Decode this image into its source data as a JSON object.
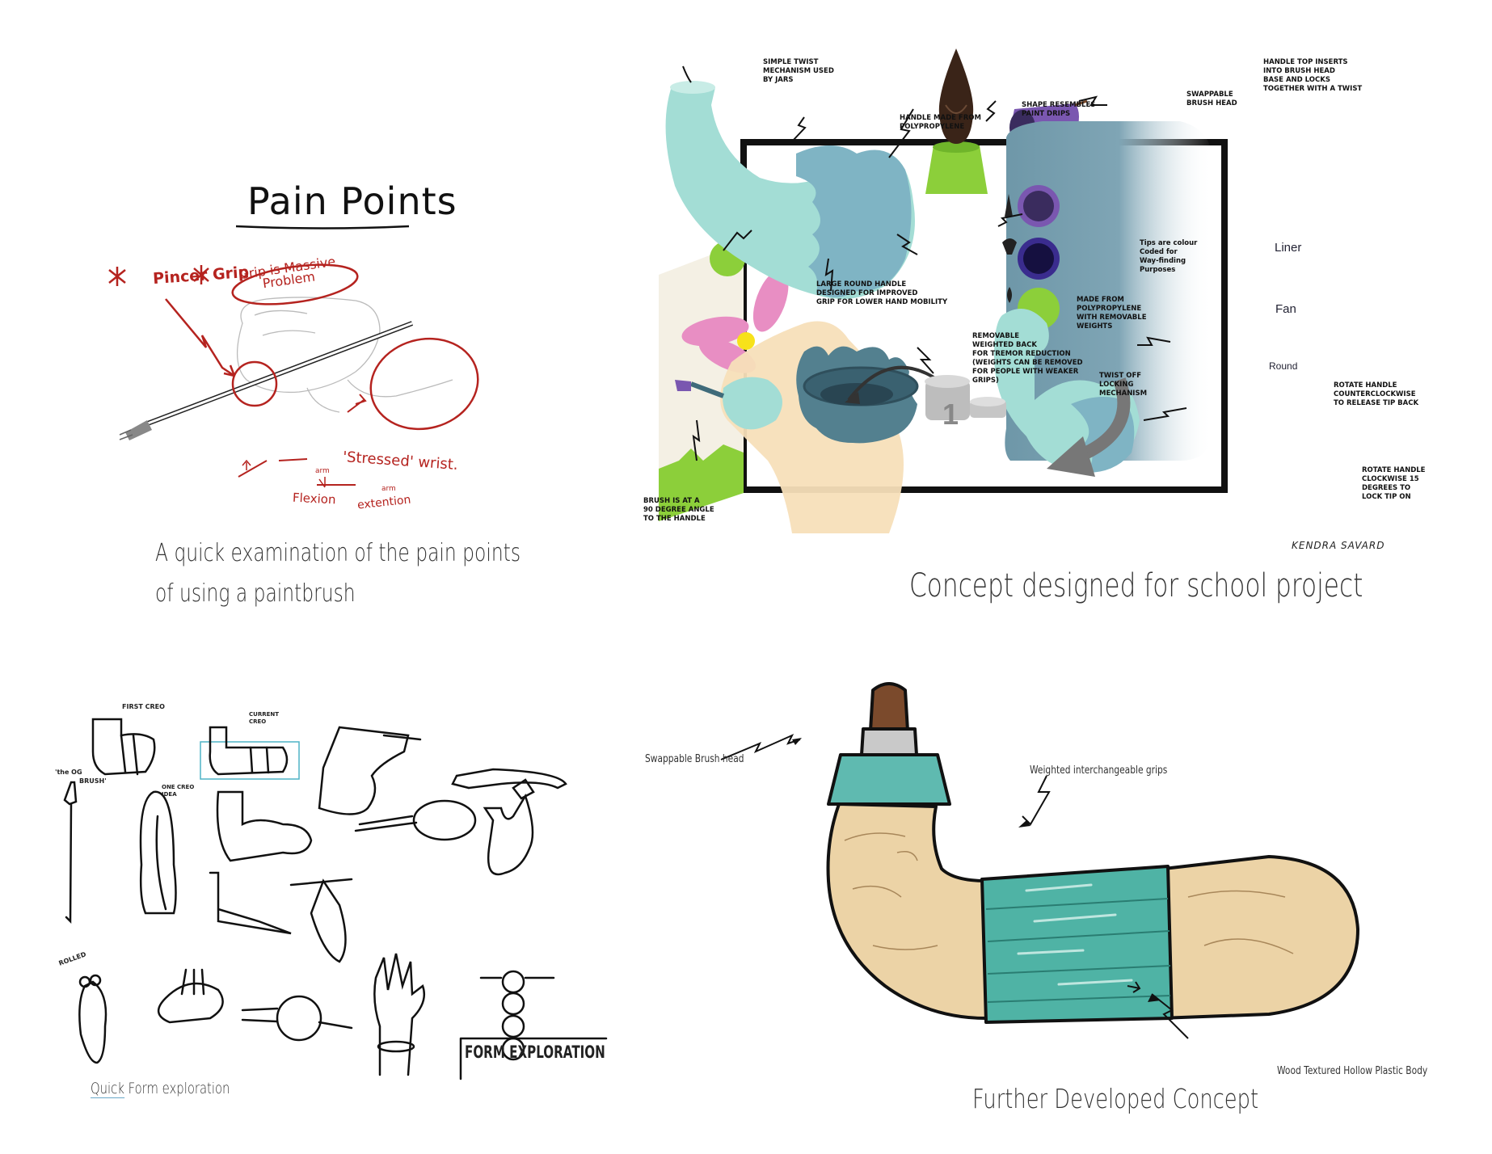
{
  "pain_points": {
    "title": "Pain Points",
    "pincer_grip": "Pincer Grip",
    "grip_problem_line1": "Grip is Massive",
    "grip_problem_line2": "Problem",
    "stressed_wrist": "'Stressed' wrist.",
    "flexion": "Flexion",
    "arm_top": "arm",
    "arm_bottom": "arm",
    "extention": "extention",
    "caption_line1": "A quick examination of the pain points",
    "caption_line2": "of using a paintbrush"
  },
  "concept": {
    "caption": "Concept designed for school project",
    "signature": "KENDRA SAVARD",
    "labels": {
      "twist": "SIMPLE TWIST\nMECHANISM USED\nBY JARS",
      "polypropylene": "HANDLE MADE FROM\nPOLYPROPYLENE",
      "paint_drips": "SHAPE RESEMBLES\nPAINT DRIPS",
      "swappable": "SWAPPABLE\nBRUSH HEAD",
      "handle_top": "HANDLE TOP INSERTS\nINTO BRUSH HEAD\nBASE AND LOCKS\nTOGETHER WITH A TWIST",
      "large_round": "LARGE ROUND HANDLE\nDESIGNED FOR IMPROVED\nGRIP FOR LOWER HAND MOBILITY",
      "made_from": "MADE FROM\nPOLYPROPYLENE\nWITH REMOVABLE\nWEIGHTS",
      "tips": "Tips are colour\nCoded for\nWay-finding\nPurposes",
      "removable": "REMOVABLE\nWEIGHTED BACK\nFOR TREMOR REDUCTION\n(WEIGHTS CAN BE REMOVED\nFOR PEOPLE WITH WEAKER\nGRIPS)",
      "twist_off": "TWIST OFF\nLOCKING\nMECHANISM",
      "rotate_ccw": "ROTATE HANDLE\nCOUNTERCLOCKWISE\nTO RELEASE TIP BACK",
      "rotate_cw": "ROTATE HANDLE\nCLOCKWISE 15\nDEGREES TO\nLOCK TIP ON",
      "brush_angle": "BRUSH IS AT A\n90 DEGREE ANGLE\nTO THE HANDLE"
    },
    "tips": {
      "liner": "Liner",
      "fan": "Fan",
      "round": "Round"
    },
    "weight_number": "1"
  },
  "form": {
    "caption_underlined": "Quick",
    "caption_rest": " Form exploration",
    "first_creo": "FIRST CREO",
    "current_creo_line1": "CURRENT",
    "current_creo_line2": "CREO",
    "og_brush_line1": "'the OG",
    "og_brush_line2": "BRUSH'",
    "one_creo_line1": "ONE CREO",
    "one_creo_line2": "IDEA",
    "rolled": "ROLLED",
    "stamp": "FORM EXPLORATION"
  },
  "further": {
    "caption": "Further Developed Concept",
    "swappable": "Swappable Brush head",
    "weighted": "Weighted interchangeable grips",
    "wood": "Wood Textured Hollow Plastic Body"
  },
  "colors": {
    "red": "#b5231f",
    "teal_light": "#a3ddd5",
    "teal_dark": "#7fb4c4",
    "slate": "#6e97a8",
    "purple": "#7a57b0",
    "lime": "#8ccf3a",
    "pink": "#e88ec3",
    "skin": "#f7dfb9",
    "wood": "#ecd3a6",
    "grip_teal": "#4fb3a5"
  },
  "icons": [
    "scribble-arrow-icon",
    "brush-tip-icon",
    "fan-brush-icon",
    "curved-arrow-icon"
  ]
}
